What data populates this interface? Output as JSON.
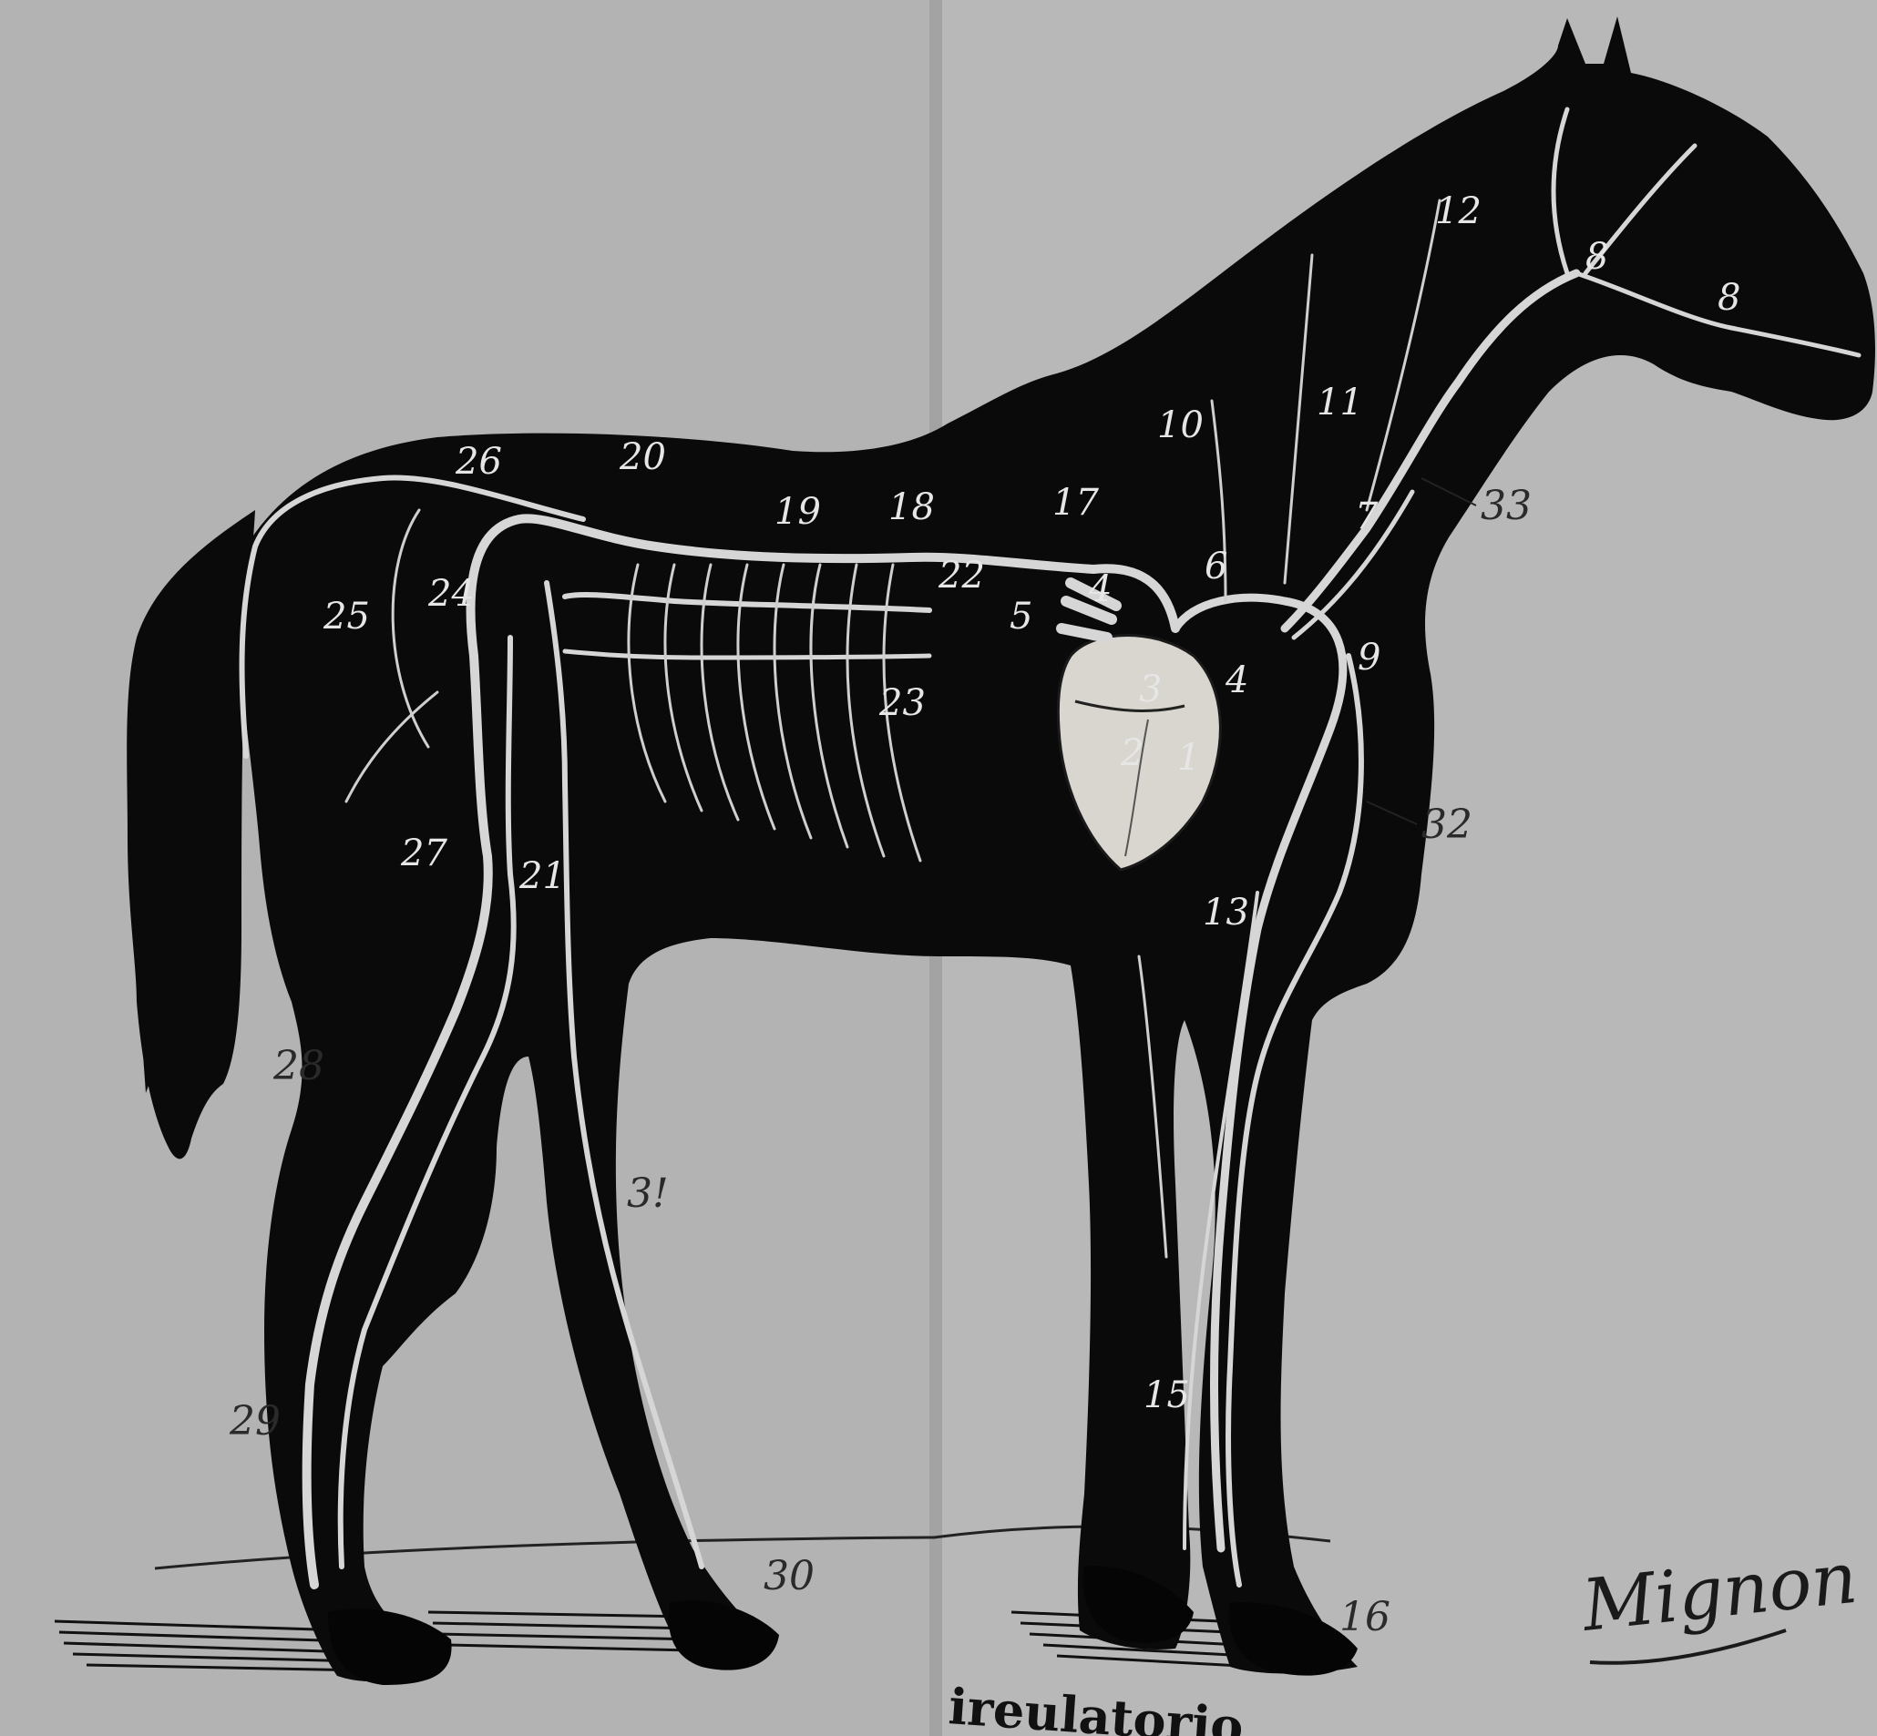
{
  "labels": {
    "n1": "1",
    "n2": "2",
    "n3": "3",
    "n4a": "4",
    "n4b": "4",
    "n5": "5",
    "n6": "6",
    "n7": "7",
    "n8a": "8",
    "n8b": "8",
    "n9": "9",
    "n10": "10",
    "n11": "11",
    "n12": "12",
    "n13": "13",
    "n15": "15",
    "n16": "16",
    "n17": "17",
    "n18": "18",
    "n19": "19",
    "n20": "20",
    "n21": "21",
    "n22": "22",
    "n23": "23",
    "n24": "24",
    "n25": "25",
    "n26": "26",
    "n27": "27",
    "n28": "28",
    "n29": "29",
    "n30": "30",
    "n31": "3!",
    "n32": "32",
    "n33": "33"
  },
  "caption": "ireulatorio",
  "signature": "Mignon",
  "colors": {
    "paper": "#b3b3b3",
    "silhouette": "#0a0a0a",
    "vessel": "#d6d6d6",
    "heart": "#d9d6cf"
  }
}
